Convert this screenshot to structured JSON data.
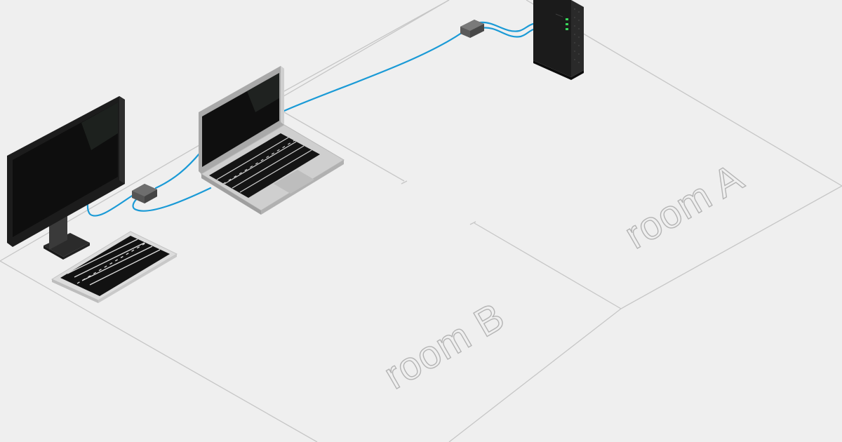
{
  "rooms": {
    "a_label": "room A",
    "b_label": "room B"
  },
  "colors": {
    "background": "#efefef",
    "floor_lines": "#c6c6c6",
    "cable": "#1a9ad6",
    "label": "#b4b4b4",
    "led": "#39d65a"
  },
  "devices": [
    {
      "name": "desktop-monitor",
      "icon": "monitor-icon"
    },
    {
      "name": "keyboard",
      "icon": "keyboard-icon"
    },
    {
      "name": "laptop",
      "icon": "laptop-icon"
    },
    {
      "name": "usb-adapter",
      "icon": "usb-adapter-icon"
    },
    {
      "name": "powerline-adapter",
      "icon": "powerline-adapter-icon"
    },
    {
      "name": "router",
      "icon": "router-icon"
    }
  ]
}
